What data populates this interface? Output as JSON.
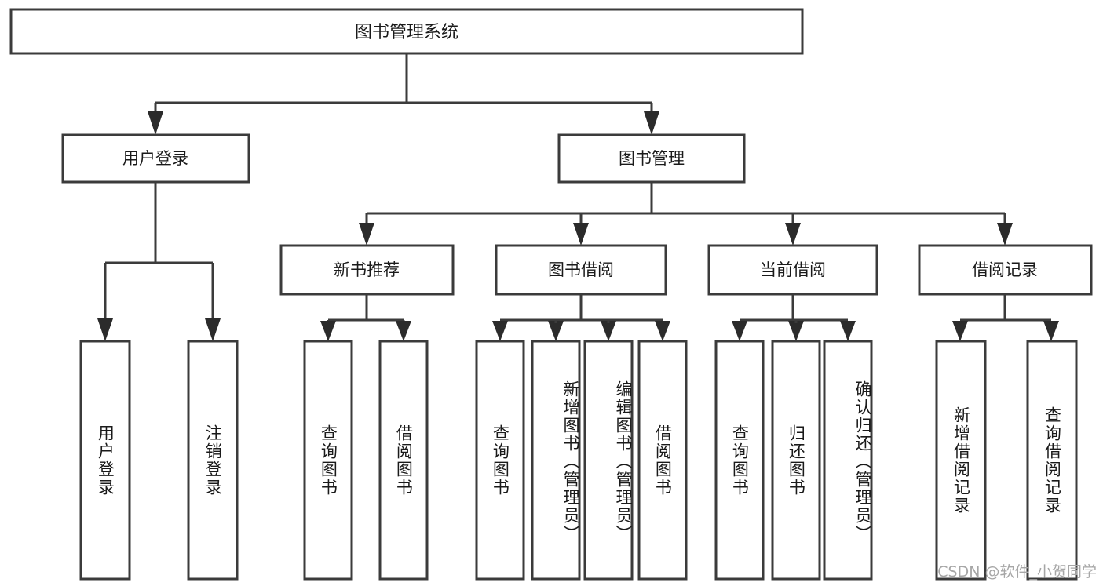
{
  "diagram": {
    "type": "tree",
    "title": "图书管理系统",
    "orientation": "top-down",
    "root": {
      "id": "root",
      "label": "图书管理系统",
      "text_direction": "horizontal"
    },
    "level2": [
      {
        "id": "user-login",
        "label": "用户登录",
        "text_direction": "horizontal"
      },
      {
        "id": "book-management",
        "label": "图书管理",
        "text_direction": "horizontal"
      }
    ],
    "level3": [
      {
        "id": "new-book-recommend",
        "label": "新书推荐",
        "text_direction": "horizontal",
        "parent": "book-management"
      },
      {
        "id": "book-borrow",
        "label": "图书借阅",
        "text_direction": "horizontal",
        "parent": "book-management"
      },
      {
        "id": "current-borrow",
        "label": "当前借阅",
        "text_direction": "horizontal",
        "parent": "book-management"
      },
      {
        "id": "borrow-record",
        "label": "借阅记录",
        "text_direction": "horizontal",
        "parent": "book-management"
      }
    ],
    "leaves": [
      {
        "id": "leaf-user-login",
        "label": "用户登录",
        "parent": "user-login",
        "text_direction": "vertical"
      },
      {
        "id": "leaf-logout",
        "label": "注销登录",
        "parent": "user-login",
        "text_direction": "vertical"
      },
      {
        "id": "leaf-query-book-1",
        "label": "查询图书",
        "parent": "new-book-recommend",
        "text_direction": "vertical"
      },
      {
        "id": "leaf-borrow-book-1",
        "label": "借阅图书",
        "parent": "new-book-recommend",
        "text_direction": "vertical"
      },
      {
        "id": "leaf-query-book-2",
        "label": "查询图书",
        "parent": "book-borrow",
        "text_direction": "vertical"
      },
      {
        "id": "leaf-add-book",
        "label": "新增图书（管理员）",
        "parent": "book-borrow",
        "text_direction": "vertical"
      },
      {
        "id": "leaf-edit-book",
        "label": "编辑图书（管理员）",
        "parent": "book-borrow",
        "text_direction": "vertical"
      },
      {
        "id": "leaf-borrow-book-2",
        "label": "借阅图书",
        "parent": "book-borrow",
        "text_direction": "vertical"
      },
      {
        "id": "leaf-query-book-3",
        "label": "查询图书",
        "parent": "current-borrow",
        "text_direction": "vertical"
      },
      {
        "id": "leaf-return-book",
        "label": "归还图书",
        "parent": "current-borrow",
        "text_direction": "vertical"
      },
      {
        "id": "leaf-confirm-return",
        "label": "确认归还（管理员）",
        "parent": "current-borrow",
        "text_direction": "vertical"
      },
      {
        "id": "leaf-add-record",
        "label": "新增借阅记录",
        "parent": "borrow-record",
        "text_direction": "vertical"
      },
      {
        "id": "leaf-query-record",
        "label": "查询借阅记录",
        "parent": "borrow-record",
        "text_direction": "vertical"
      }
    ],
    "watermark": "CSDN @软件_小贺同学",
    "colors": {
      "box_stroke": "#3b3b3b",
      "box_fill": "#ffffff",
      "connector": "#3b3b3b",
      "text": "#1a1a1a",
      "watermark": "#a6a6a6",
      "background": "#ffffff"
    }
  }
}
